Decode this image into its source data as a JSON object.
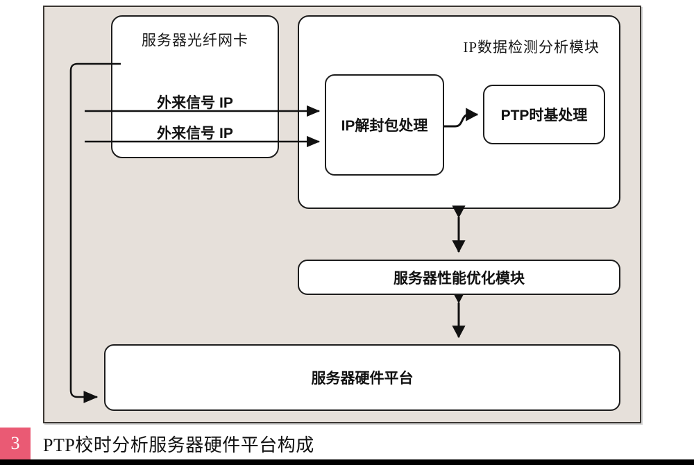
{
  "figure": {
    "number": "3",
    "caption": "PTP校时分析服务器硬件平台构成",
    "badge_color": "#EA5A74"
  },
  "diagram": {
    "background_color": "#E6E0DA",
    "node_fill": "#FFFFFF",
    "line_color": "#1D1D1D",
    "groups": [
      {
        "id": "nic",
        "title": "服务器光纤网卡",
        "labels": [
          "外来信号  IP",
          "外来信号  IP"
        ]
      },
      {
        "id": "ip-module",
        "title": "IP数据检测分析模块"
      }
    ],
    "nodes": [
      {
        "id": "ip-decap",
        "label": "IP解封包处理"
      },
      {
        "id": "ptp-timebase",
        "label": "PTP时基处理"
      },
      {
        "id": "perf-opt",
        "label": "服务器性能优化模块"
      },
      {
        "id": "hardware",
        "label": "服务器硬件平台"
      }
    ],
    "connectors": [
      {
        "id": "signal-1-arrow",
        "from": "nic-signal-1",
        "to": "ip-decap",
        "style": "single-arrow"
      },
      {
        "id": "signal-2-arrow",
        "from": "nic-signal-2",
        "to": "ip-decap",
        "style": "single-arrow"
      },
      {
        "id": "decap-to-ptp",
        "from": "ip-decap",
        "to": "ptp-timebase",
        "style": "single-arrow-curved"
      },
      {
        "id": "ipmodule-to-perf",
        "from": "ip-module",
        "to": "perf-opt",
        "style": "double-arrow"
      },
      {
        "id": "perf-to-hardware",
        "from": "perf-opt",
        "to": "hardware",
        "style": "double-arrow"
      },
      {
        "id": "feedback-to-hardware",
        "from": "nic",
        "to": "hardware",
        "style": "single-arrow-routed"
      }
    ]
  }
}
